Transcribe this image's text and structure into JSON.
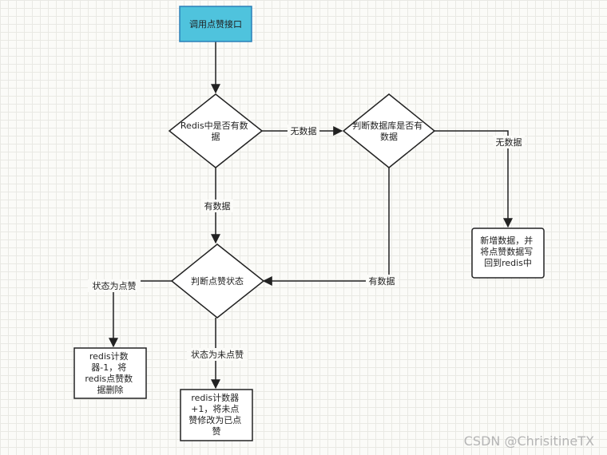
{
  "nodes": {
    "start": [
      "调用点赞接口"
    ],
    "redis_check": [
      "Redis中是否有数",
      "据"
    ],
    "db_check": [
      "判断数据库是否有",
      "数据"
    ],
    "like_state": [
      "判断点赞状态"
    ],
    "add_data": [
      "新增数据，并",
      "将点赞数据写",
      "回到redis中"
    ],
    "decrement": [
      "redis计数",
      "器-1，将",
      "redis点赞数",
      "据删除"
    ],
    "increment": [
      "redis计数器",
      "+1，将未点",
      "赞修改为已点",
      "赞"
    ]
  },
  "edges": {
    "redis_no": "无数据",
    "db_no": "无数据",
    "redis_yes": "有数据",
    "db_yes": "有数据",
    "state_liked": "状态为点赞",
    "state_unliked": "状态为未点赞"
  },
  "watermark": "CSDN @ChrisitineTX",
  "colors": {
    "start_fill": "#4fc3dd",
    "start_stroke": "#2a7fb8",
    "stroke": "#222222"
  }
}
